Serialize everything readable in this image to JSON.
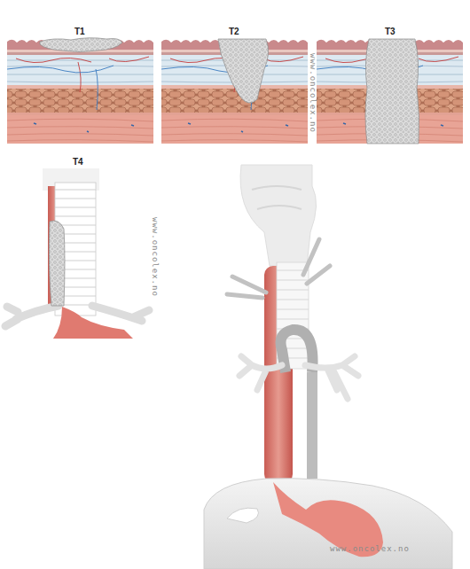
{
  "diagram": {
    "labels": [
      "T1",
      "T2",
      "T3",
      "T4",
      "www.oncolex.no",
      "www.oncolex.no",
      "www.oncolex.no"
    ]
  }
}
